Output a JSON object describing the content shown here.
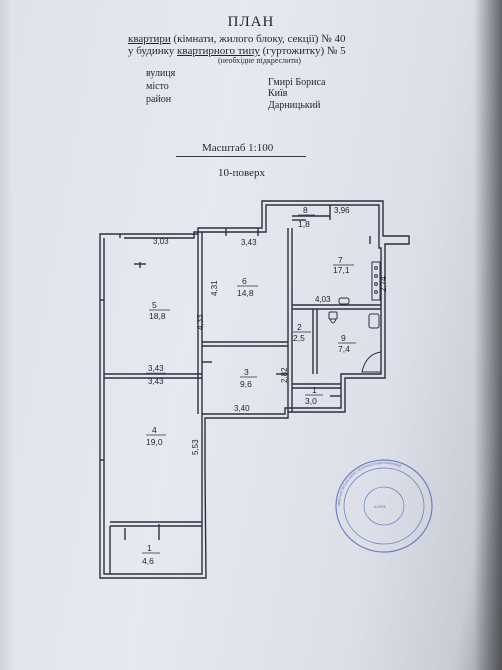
{
  "header": {
    "title": "ПЛАН",
    "line1_prefix": "квартири",
    "line1_rest": "(кімнати, жилого блоку, секції)",
    "line1_number": "№ 40",
    "line2_prefix": "у будинку",
    "line2_type": "квартирного типу",
    "line2_rest": "(гуртожитку) № 5",
    "hint": "(необхідне підкреслити)"
  },
  "address": {
    "street_label": "вулиця",
    "street_value": "Гмирі Бориса",
    "city_label": "місто",
    "city_value": "Київ",
    "district_label": "район",
    "district_value": "Дарницький"
  },
  "plan_meta": {
    "scale": "Масштаб 1:100",
    "floor": "10-поверх"
  },
  "rooms": [
    {
      "num": "1",
      "area": "4,6"
    },
    {
      "num": "2",
      "area": "2,5"
    },
    {
      "num": "3",
      "area": "9,6"
    },
    {
      "num": "4",
      "area": "19,0"
    },
    {
      "num": "5",
      "area": "18,8"
    },
    {
      "num": "6",
      "area": "14,8"
    },
    {
      "num": "7",
      "area": "17,1"
    },
    {
      "num": "8",
      "area": "1,8"
    },
    {
      "num": "9",
      "area": "7,4"
    },
    {
      "num": "1",
      "area": "3,0"
    }
  ],
  "dimensions": {
    "d_396": "3,96",
    "d_303": "3,03",
    "d_343_top": "3,43",
    "d_431": "4,31",
    "d_433": "4,33",
    "d_274": "2,74",
    "d_403": "4,03",
    "d_343_a": "3,43",
    "d_343_b": "3,43",
    "d_282": "2,82",
    "d_340": "3,40",
    "d_553": "5,53"
  },
  "stamp": {
    "ring_text": "КИЇВСЬКЕ МІСЬКЕ БЮРО ТЕХНІЧНОЇ ІНВЕНТАРИЗАЦІЇ",
    "center_text": "№ 5978"
  }
}
